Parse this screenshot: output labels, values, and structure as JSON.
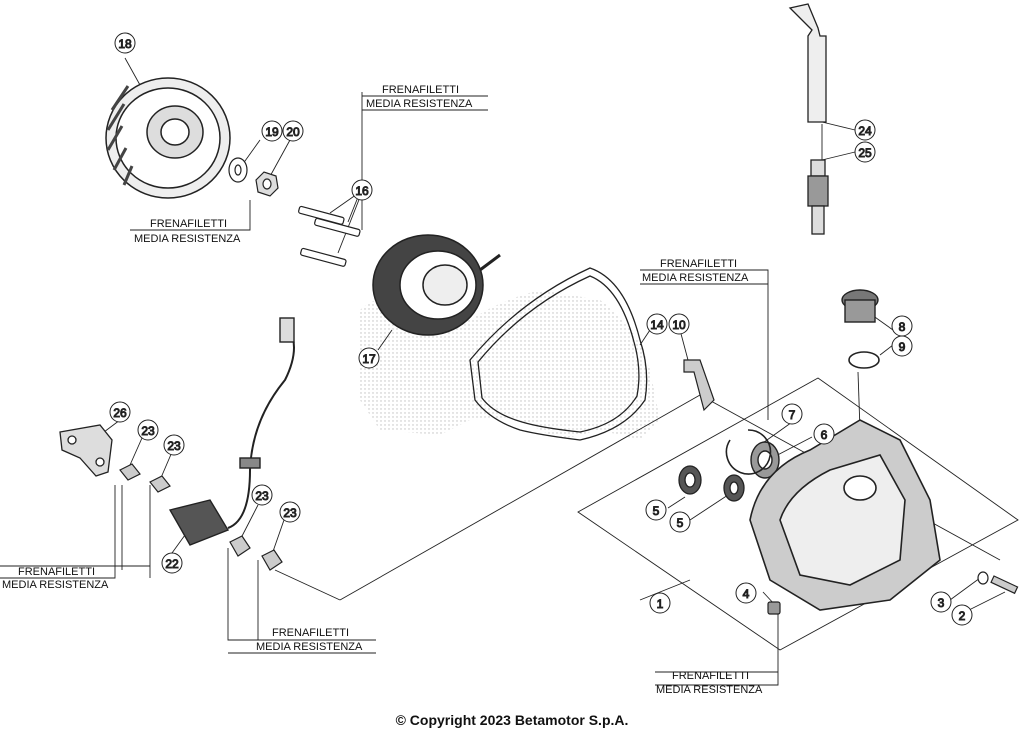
{
  "callouts": {
    "c1": "1",
    "c2": "2",
    "c3": "3",
    "c4": "4",
    "c5a": "5",
    "c5b": "5",
    "c6": "6",
    "c7": "7",
    "c8": "8",
    "c9": "9",
    "c10": "10",
    "c14": "14",
    "c16": "16",
    "c17": "17",
    "c18": "18",
    "c19": "19",
    "c20": "20",
    "c22": "22",
    "c23a": "23",
    "c23b": "23",
    "c23c": "23",
    "c23d": "23",
    "c24": "24",
    "c25": "25",
    "c26": "26"
  },
  "notes": {
    "n1": {
      "line1": "FRENAFILETTI",
      "line2": "MEDIA RESISTENZA"
    },
    "n2": {
      "line1": "FRENAFILETTI",
      "line2": "MEDIA RESISTENZA"
    },
    "n3": {
      "line1": "FRENAFILETTI",
      "line2": "MEDIA RESISTENZA"
    },
    "n4": {
      "line1": "FRENAFILETTI",
      "line2": "MEDIA RESISTENZA"
    },
    "n5": {
      "line1": "FRENAFILETTI",
      "line2": "MEDIA RESISTENZA"
    },
    "n6": {
      "line1": "FRENAFILETTI",
      "line2": "MEDIA RESISTENZA"
    }
  },
  "copyright": "© Copyright 2023 Betamotor S.p.A."
}
